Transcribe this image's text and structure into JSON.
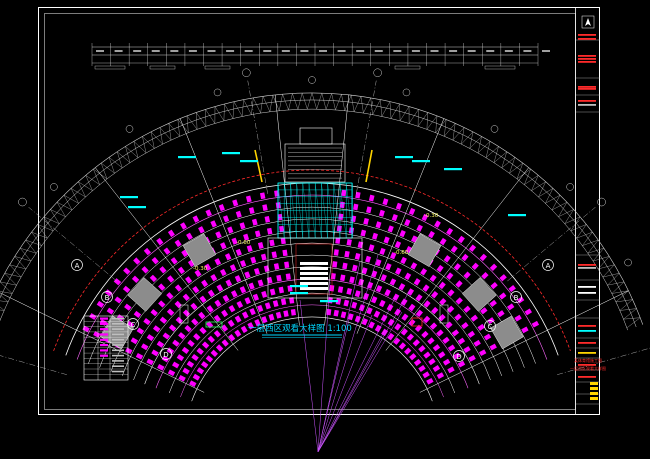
{
  "drawing": {
    "title_label": "一层西区观看大样图 1:100"
  },
  "colors": {
    "background": "#000000",
    "frame": "#ffffff",
    "seats": "#ff00ff",
    "rows_white": "#ffffff",
    "grid_cyan": "#00ffff",
    "pink_lines": "#ff66ff",
    "title_cyan": "#00d8ff",
    "dim_lines": "#d0d0d0",
    "red": "#ff2a2a",
    "yellow": "#ffd400",
    "green": "#33ff66",
    "gray_fill": "#8c8c8c"
  },
  "axis_bubbles": {
    "left": [
      "A",
      "B",
      "C",
      "D"
    ],
    "right": [
      "A",
      "B",
      "C",
      "D"
    ]
  },
  "level_marks": [
    "-0.30",
    "-0.60",
    "-0.60",
    "-0.30"
  ],
  "title_block": {
    "lines": [
      "某体育馆施工图",
      "一层西区观看大样图"
    ]
  },
  "icons": {
    "north_arrow": "north-arrow-icon",
    "axis_bubble": "circle-icon"
  }
}
